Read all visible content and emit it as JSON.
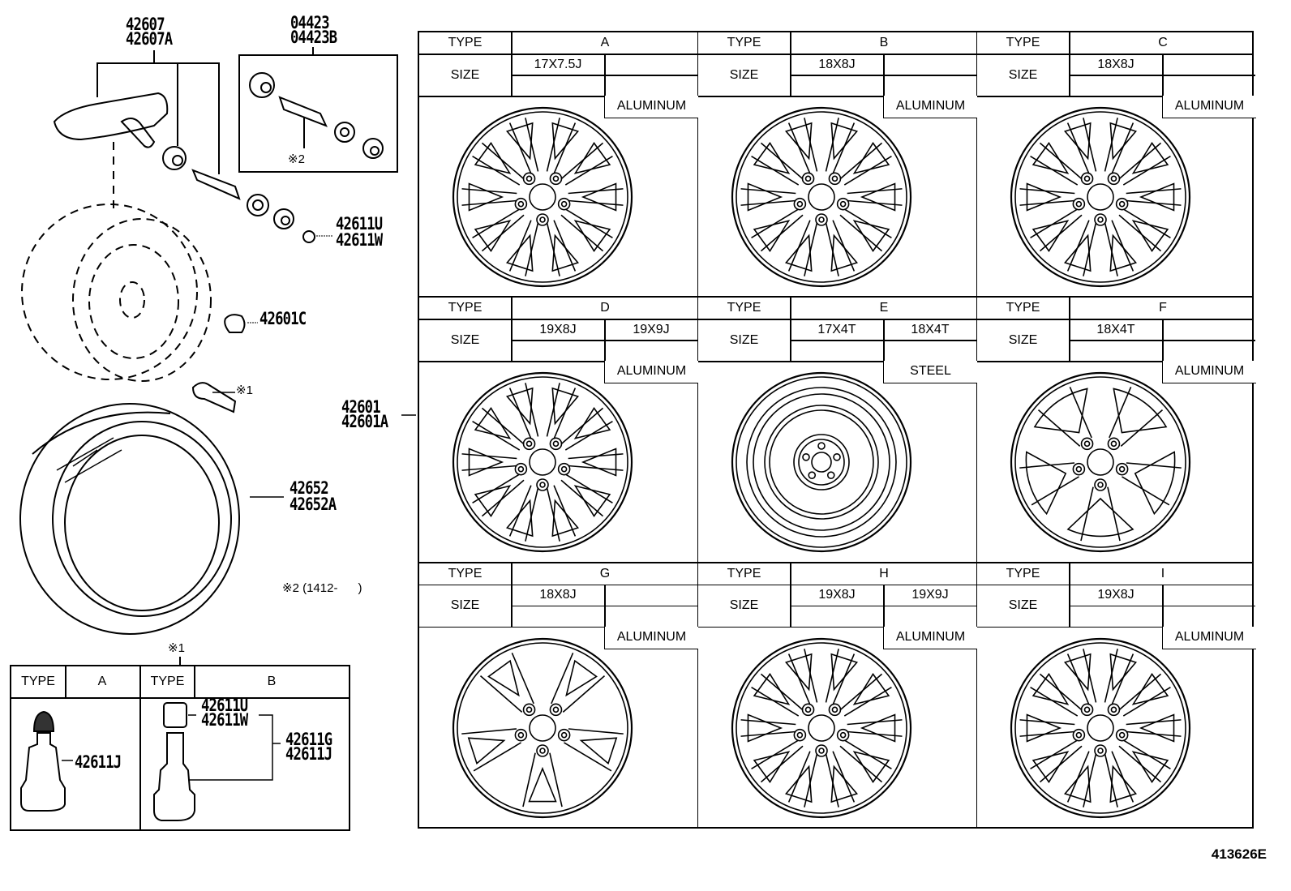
{
  "diagram": {
    "figure_code": "413626E",
    "callouts": {
      "tpms_sensor": [
        "42607",
        "42607A"
      ],
      "valve_kit": [
        "04423",
        "04423B"
      ],
      "valve_kit_note": "※2",
      "cap_nut": [
        "42611U",
        "42611W"
      ],
      "wheel_nut": "42601C",
      "valve_note": "※1",
      "disc_wheel": [
        "42601",
        "42601A"
      ],
      "tire": [
        "42652",
        "42652A"
      ],
      "footnote": "※2 (1412-      )"
    },
    "wheel_table": {
      "type_label": "TYPE",
      "size_label": "SIZE",
      "wheels": [
        {
          "type": "A",
          "sizes": [
            "17X7.5J",
            ""
          ],
          "material": "ALUMINUM",
          "style": "5-double-spoke"
        },
        {
          "type": "B",
          "sizes": [
            "18X8J",
            ""
          ],
          "material": "ALUMINUM",
          "style": "split-spoke"
        },
        {
          "type": "C",
          "sizes": [
            "18X8J",
            ""
          ],
          "material": "ALUMINUM",
          "style": "multi-spoke"
        },
        {
          "type": "D",
          "sizes": [
            "19X8J",
            "19X9J"
          ],
          "material": "ALUMINUM",
          "style": "5-double-spoke"
        },
        {
          "type": "E",
          "sizes": [
            "17X4T",
            "18X4T"
          ],
          "material": "STEEL",
          "style": "spare-steel"
        },
        {
          "type": "F",
          "sizes": [
            "18X4T",
            ""
          ],
          "material": "ALUMINUM",
          "style": "5-spoke"
        },
        {
          "type": "G",
          "sizes": [
            "18X8J",
            ""
          ],
          "material": "ALUMINUM",
          "style": "5-wide-spoke"
        },
        {
          "type": "H",
          "sizes": [
            "19X8J",
            "19X9J"
          ],
          "material": "ALUMINUM",
          "style": "split-spoke"
        },
        {
          "type": "I",
          "sizes": [
            "19X8J",
            ""
          ],
          "material": "ALUMINUM",
          "style": "multi-spoke"
        }
      ]
    },
    "valve_table": {
      "note": "※1",
      "type_label": "TYPE",
      "type_a": {
        "label": "A",
        "part": "42611J"
      },
      "type_b": {
        "label": "B",
        "cap": [
          "42611U",
          "42611W"
        ],
        "valve": [
          "42611G",
          "42611J"
        ]
      }
    }
  }
}
